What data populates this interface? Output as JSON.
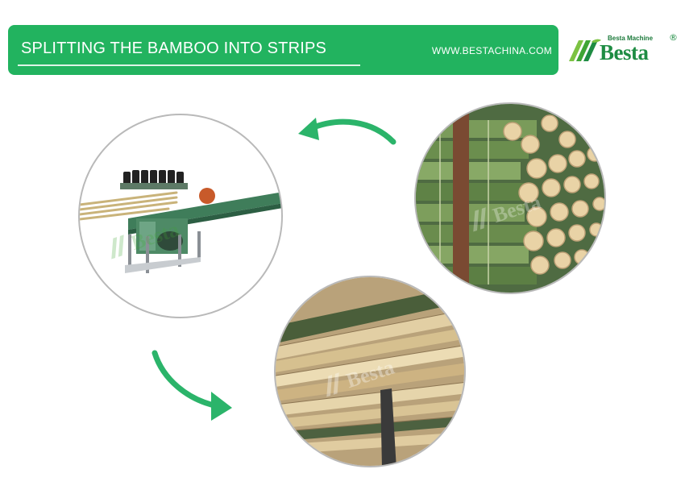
{
  "header": {
    "title": "SPLITTING THE BAMBOO INTO STRIPS",
    "url": "WWW.BESTACHINA.COM"
  },
  "logo": {
    "tagline": "Besta Machine",
    "brand": "Besta",
    "registered": "®"
  },
  "images": {
    "machine": "bamboo-splitting-machine",
    "poles": "bamboo-poles",
    "strips": "bamboo-strips"
  },
  "colors": {
    "banner": "#22b35f",
    "arrow": "#2bb46a",
    "circle_border": "#b9b9b9"
  },
  "icons": [
    "curved-arrow-left-icon",
    "curved-arrow-down-right-icon"
  ]
}
